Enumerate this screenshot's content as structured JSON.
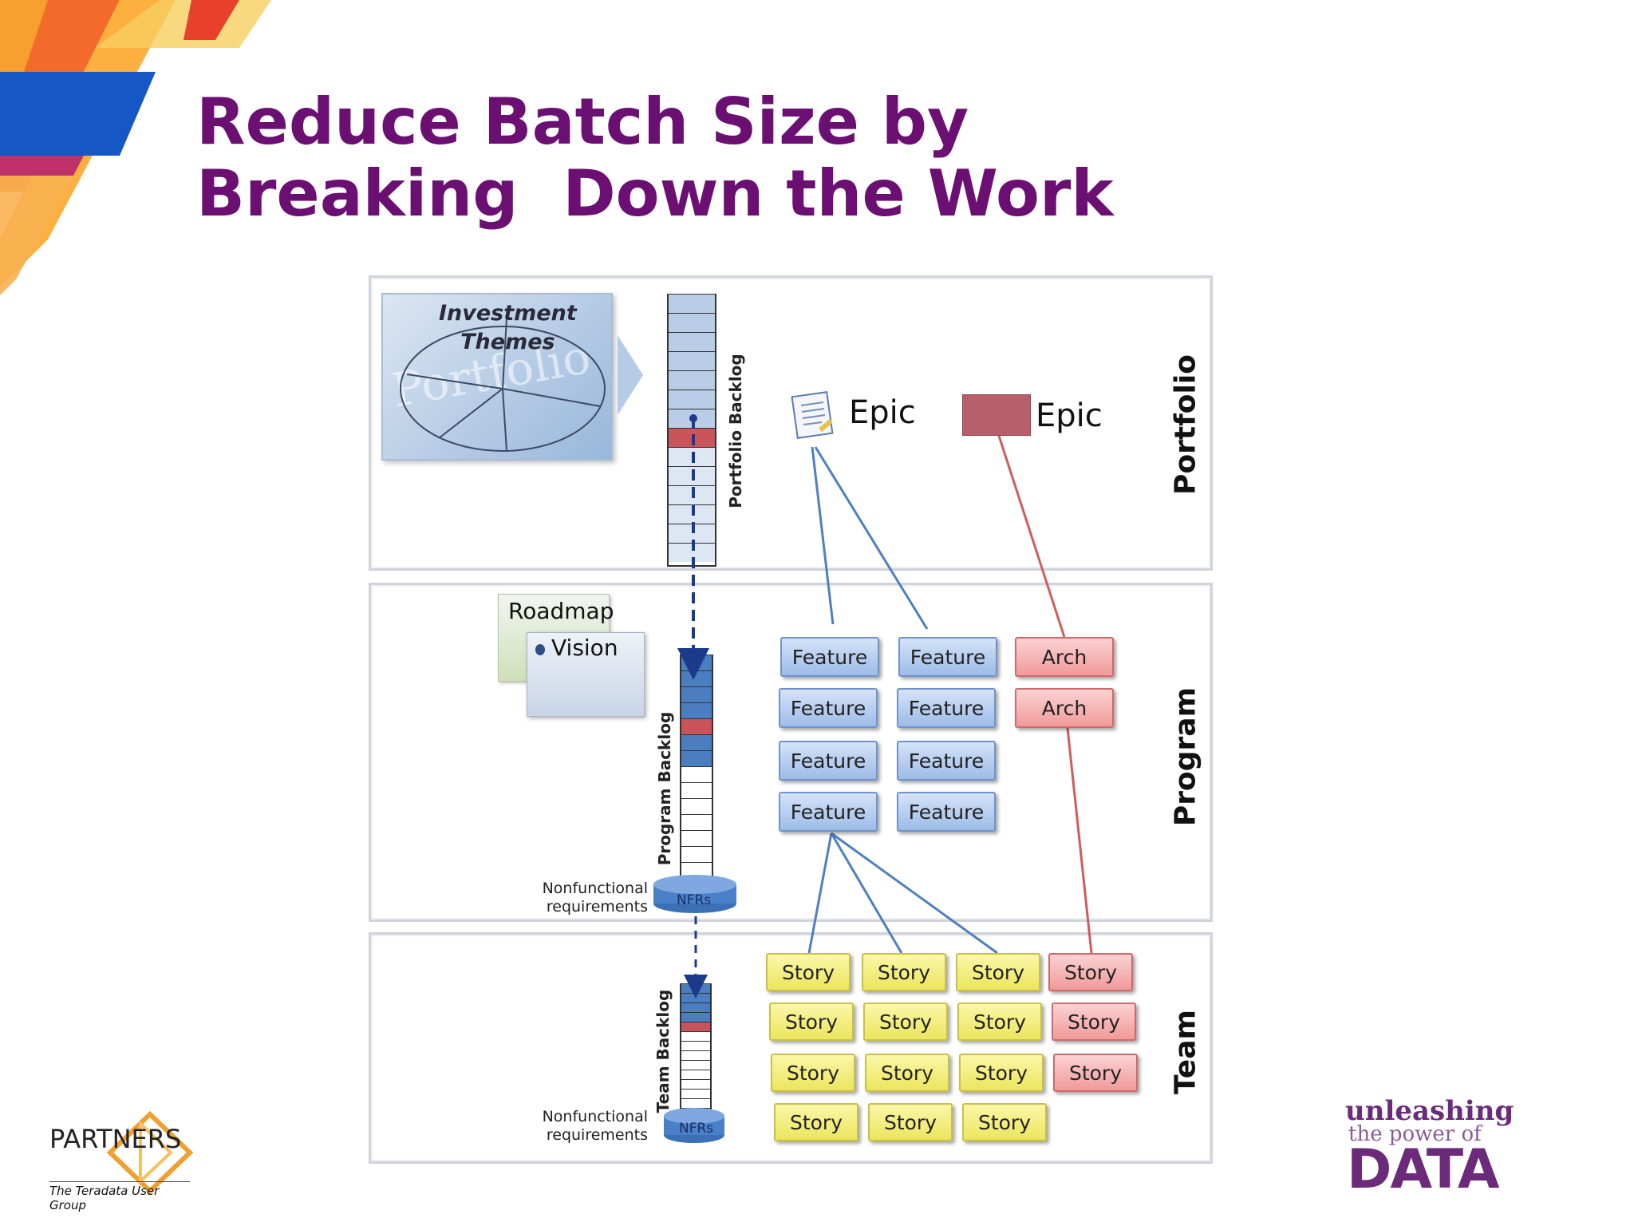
{
  "title": "Reduce Batch Size by\nBreaking  Down the Work",
  "colors": {
    "title": "#6b0f72",
    "feature_fill": "#b8cff0",
    "arch_fill": "#f5b5b5",
    "story_fill": "#f3ee80",
    "blue_line": "#4f7fbf",
    "red_line": "#d05c5c",
    "backlog_blue": "#4a7ec0",
    "backlog_red": "#c9545a"
  },
  "diagram": {
    "tiers": {
      "portfolio": "Portfolio",
      "program": "Program",
      "team": "Team"
    },
    "investment_themes": "Investment\nThemes",
    "investment_watermark": "Portfolio",
    "portfolio_backlog": "Portfolio Backlog",
    "program_backlog": "Program Backlog",
    "team_backlog": "Team Backlog",
    "roadmap": "Roadmap",
    "vision": "Vision",
    "epic_left": "Epic",
    "epic_right": "Epic",
    "nonfunctional_program": "Nonfunctional\nrequirements",
    "nonfunctional_team": "Nonfunctional\nrequirements",
    "nfrs_program": "NFRs",
    "nfrs_team": "NFRs",
    "features": [
      "Feature",
      "Feature",
      "Feature",
      "Feature",
      "Feature",
      "Feature",
      "Feature",
      "Feature"
    ],
    "arch": [
      "Arch",
      "Arch"
    ],
    "stories": [
      "Story",
      "Story",
      "Story",
      "Story",
      "Story",
      "Story",
      "Story",
      "Story",
      "Story",
      "Story",
      "Story",
      "Story"
    ],
    "stories_arch": [
      "Story",
      "Story",
      "Story"
    ]
  },
  "footer": {
    "partners": "PARTNERS",
    "partners_tagline": "The Teradata User Group",
    "unleashing": "unleashing",
    "power_of": "the power of",
    "data": "DATA"
  }
}
